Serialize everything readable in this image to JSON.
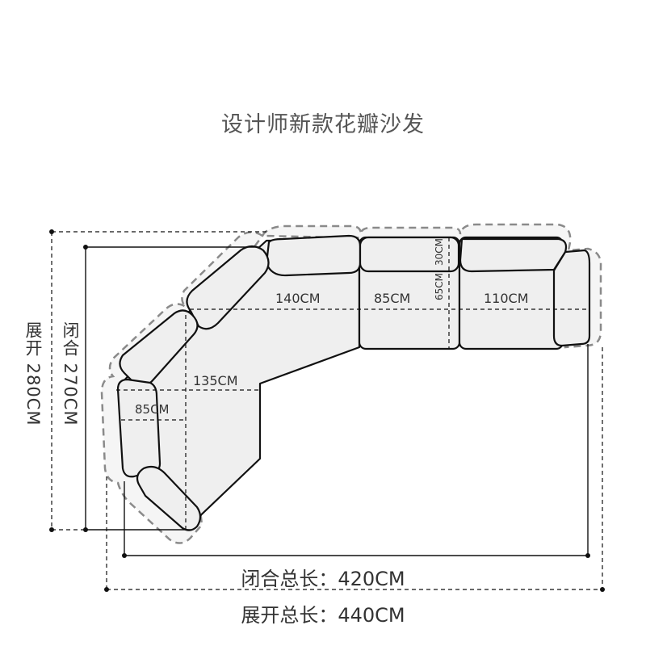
{
  "title": "设计师新款花瓣沙发",
  "dimensions": {
    "section_140": "140CM",
    "section_85_mid": "85CM",
    "section_110": "110CM",
    "back_depth": "30CM",
    "seat_depth": "65CM",
    "corner_135": "135CM",
    "left_85": "85CM",
    "height_open": "展开 280CM",
    "height_closed": "闭合 270CM",
    "total_closed": "闭合总长：420CM",
    "total_open": "展开总长：440CM"
  },
  "colors": {
    "stroke": "#111111",
    "fill": "#efefef",
    "dash_outline": "#8a8a8a",
    "text": "#333333",
    "title": "#555555"
  }
}
